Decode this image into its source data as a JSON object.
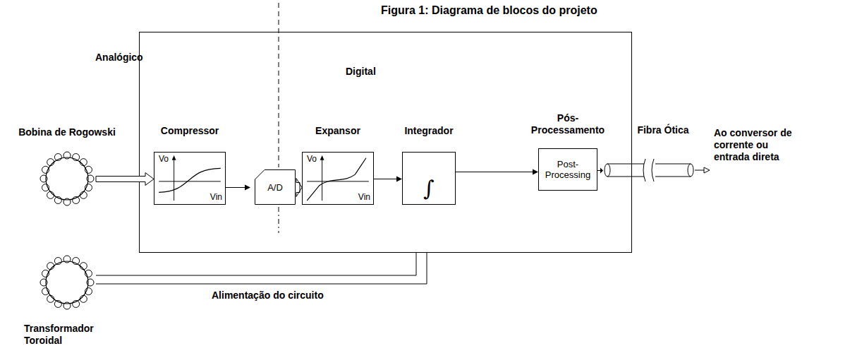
{
  "diagram": {
    "title": "Figura 1: Diagrama de blocos do projeto",
    "nodes": [
      {
        "text": [
          "Bobina de Rogowski"
        ]
      },
      {
        "text": [
          "Compressor",
          "Vo",
          "Vin"
        ]
      },
      {
        "text": [
          "A/D"
        ]
      },
      {
        "text": [
          "Expansor",
          "Vo",
          "Vin"
        ]
      },
      {
        "text": [
          "Integrador",
          "∫"
        ]
      },
      {
        "text": [
          "Pós- Processamento",
          "Post- Processing"
        ]
      },
      {
        "text": [
          "Fibra Ótica"
        ]
      },
      {
        "text": [
          "Transformador Toroidal"
        ]
      }
    ],
    "edges": [
      {
        "from": 0,
        "to": 1,
        "arrow": "to"
      },
      {
        "from": 1,
        "to": 2,
        "arrow": "to"
      },
      {
        "from": 2,
        "to": 3,
        "arrow": "to"
      },
      {
        "from": 3,
        "to": 4,
        "arrow": "to"
      },
      {
        "from": 4,
        "to": 5,
        "arrow": "to"
      },
      {
        "from": 5,
        "to": 6,
        "arrow": "to"
      }
    ],
    "labels": [
      "Analógico",
      "Digital",
      "Alimentação do circuito",
      "Ao conversor de corrente ou entrada direta"
    ]
  }
}
